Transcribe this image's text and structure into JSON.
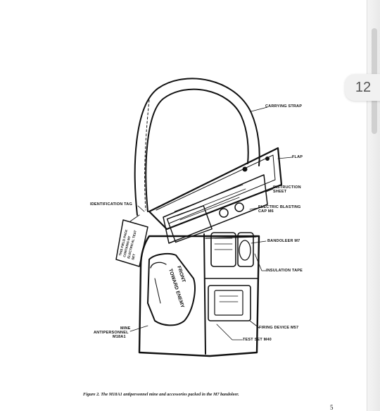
{
  "viewer": {
    "page_indicator": "12"
  },
  "figure": {
    "labels": {
      "carrying_strap": "CARRYING STRAP",
      "flap": "FLAP",
      "instruction_sheet_1": "INSTRUCTION",
      "instruction_sheet_2": "SHEET",
      "electric_blasting_1": "ELECTRIC BLASTING",
      "electric_blasting_2": "CAP M6",
      "bandoleer": "BANDOLEER M7",
      "insulation_tape": "INSULATION TAPE",
      "firing_device": "FIRING DEVICE M57",
      "test_set": "TEST SET M40",
      "identification_tag": "IDENTIFICATION TAG",
      "mine_1": "MINE",
      "mine_2": "ANTIPERSONNEL",
      "mine_3": "M18A1"
    },
    "printed_text": {
      "mine_front_1": "FRONT",
      "mine_front_2": "TOWARD ENEMY",
      "tag_1": "THIS FIELD PACK",
      "tag_2": "CONTAINS M7",
      "tag_3": "ELECTRICAL TEST",
      "tag_4": "SET"
    }
  },
  "caption": "Figure 2. The M18A1 antipersonnel mine and accessories packed in the M7 bandoleer.",
  "page_number": "5"
}
